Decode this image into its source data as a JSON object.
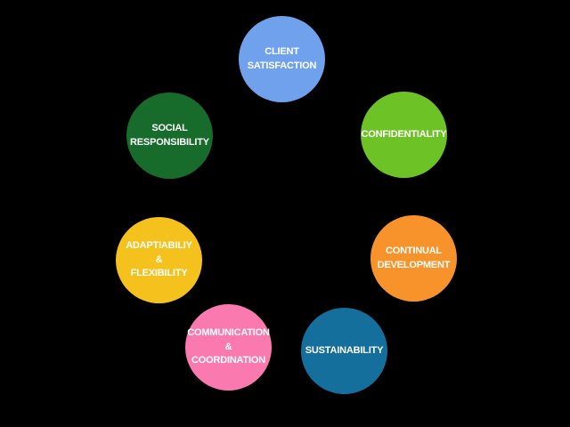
{
  "diagram": {
    "background": "#000000",
    "text_color": "#FFFFFF",
    "circles": [
      {
        "id": "client-satisfaction",
        "label": "CLIENT\nSATISFACTION",
        "color": "#6FA1EC"
      },
      {
        "id": "confidentiality",
        "label": "CONFIDENTIALITY",
        "color": "#6DC326"
      },
      {
        "id": "continual-development",
        "label": "CONTINUAL\nDEVELOPMENT",
        "color": "#F8932C"
      },
      {
        "id": "sustainability",
        "label": "SUSTAINABILITY",
        "color": "#146F9C"
      },
      {
        "id": "communication-coordination",
        "label": "COMMUNICATION\n&\nCOORDINATION",
        "color": "#FA79AE"
      },
      {
        "id": "adaptiabiliy-flexibility",
        "label": "ADAPTIABILIY\n&\nFLEXIBILITY",
        "color": "#F5C21D"
      },
      {
        "id": "social-responsibility",
        "label": "SOCIAL\nRESPONSIBILITY",
        "color": "#176B2B"
      }
    ]
  }
}
